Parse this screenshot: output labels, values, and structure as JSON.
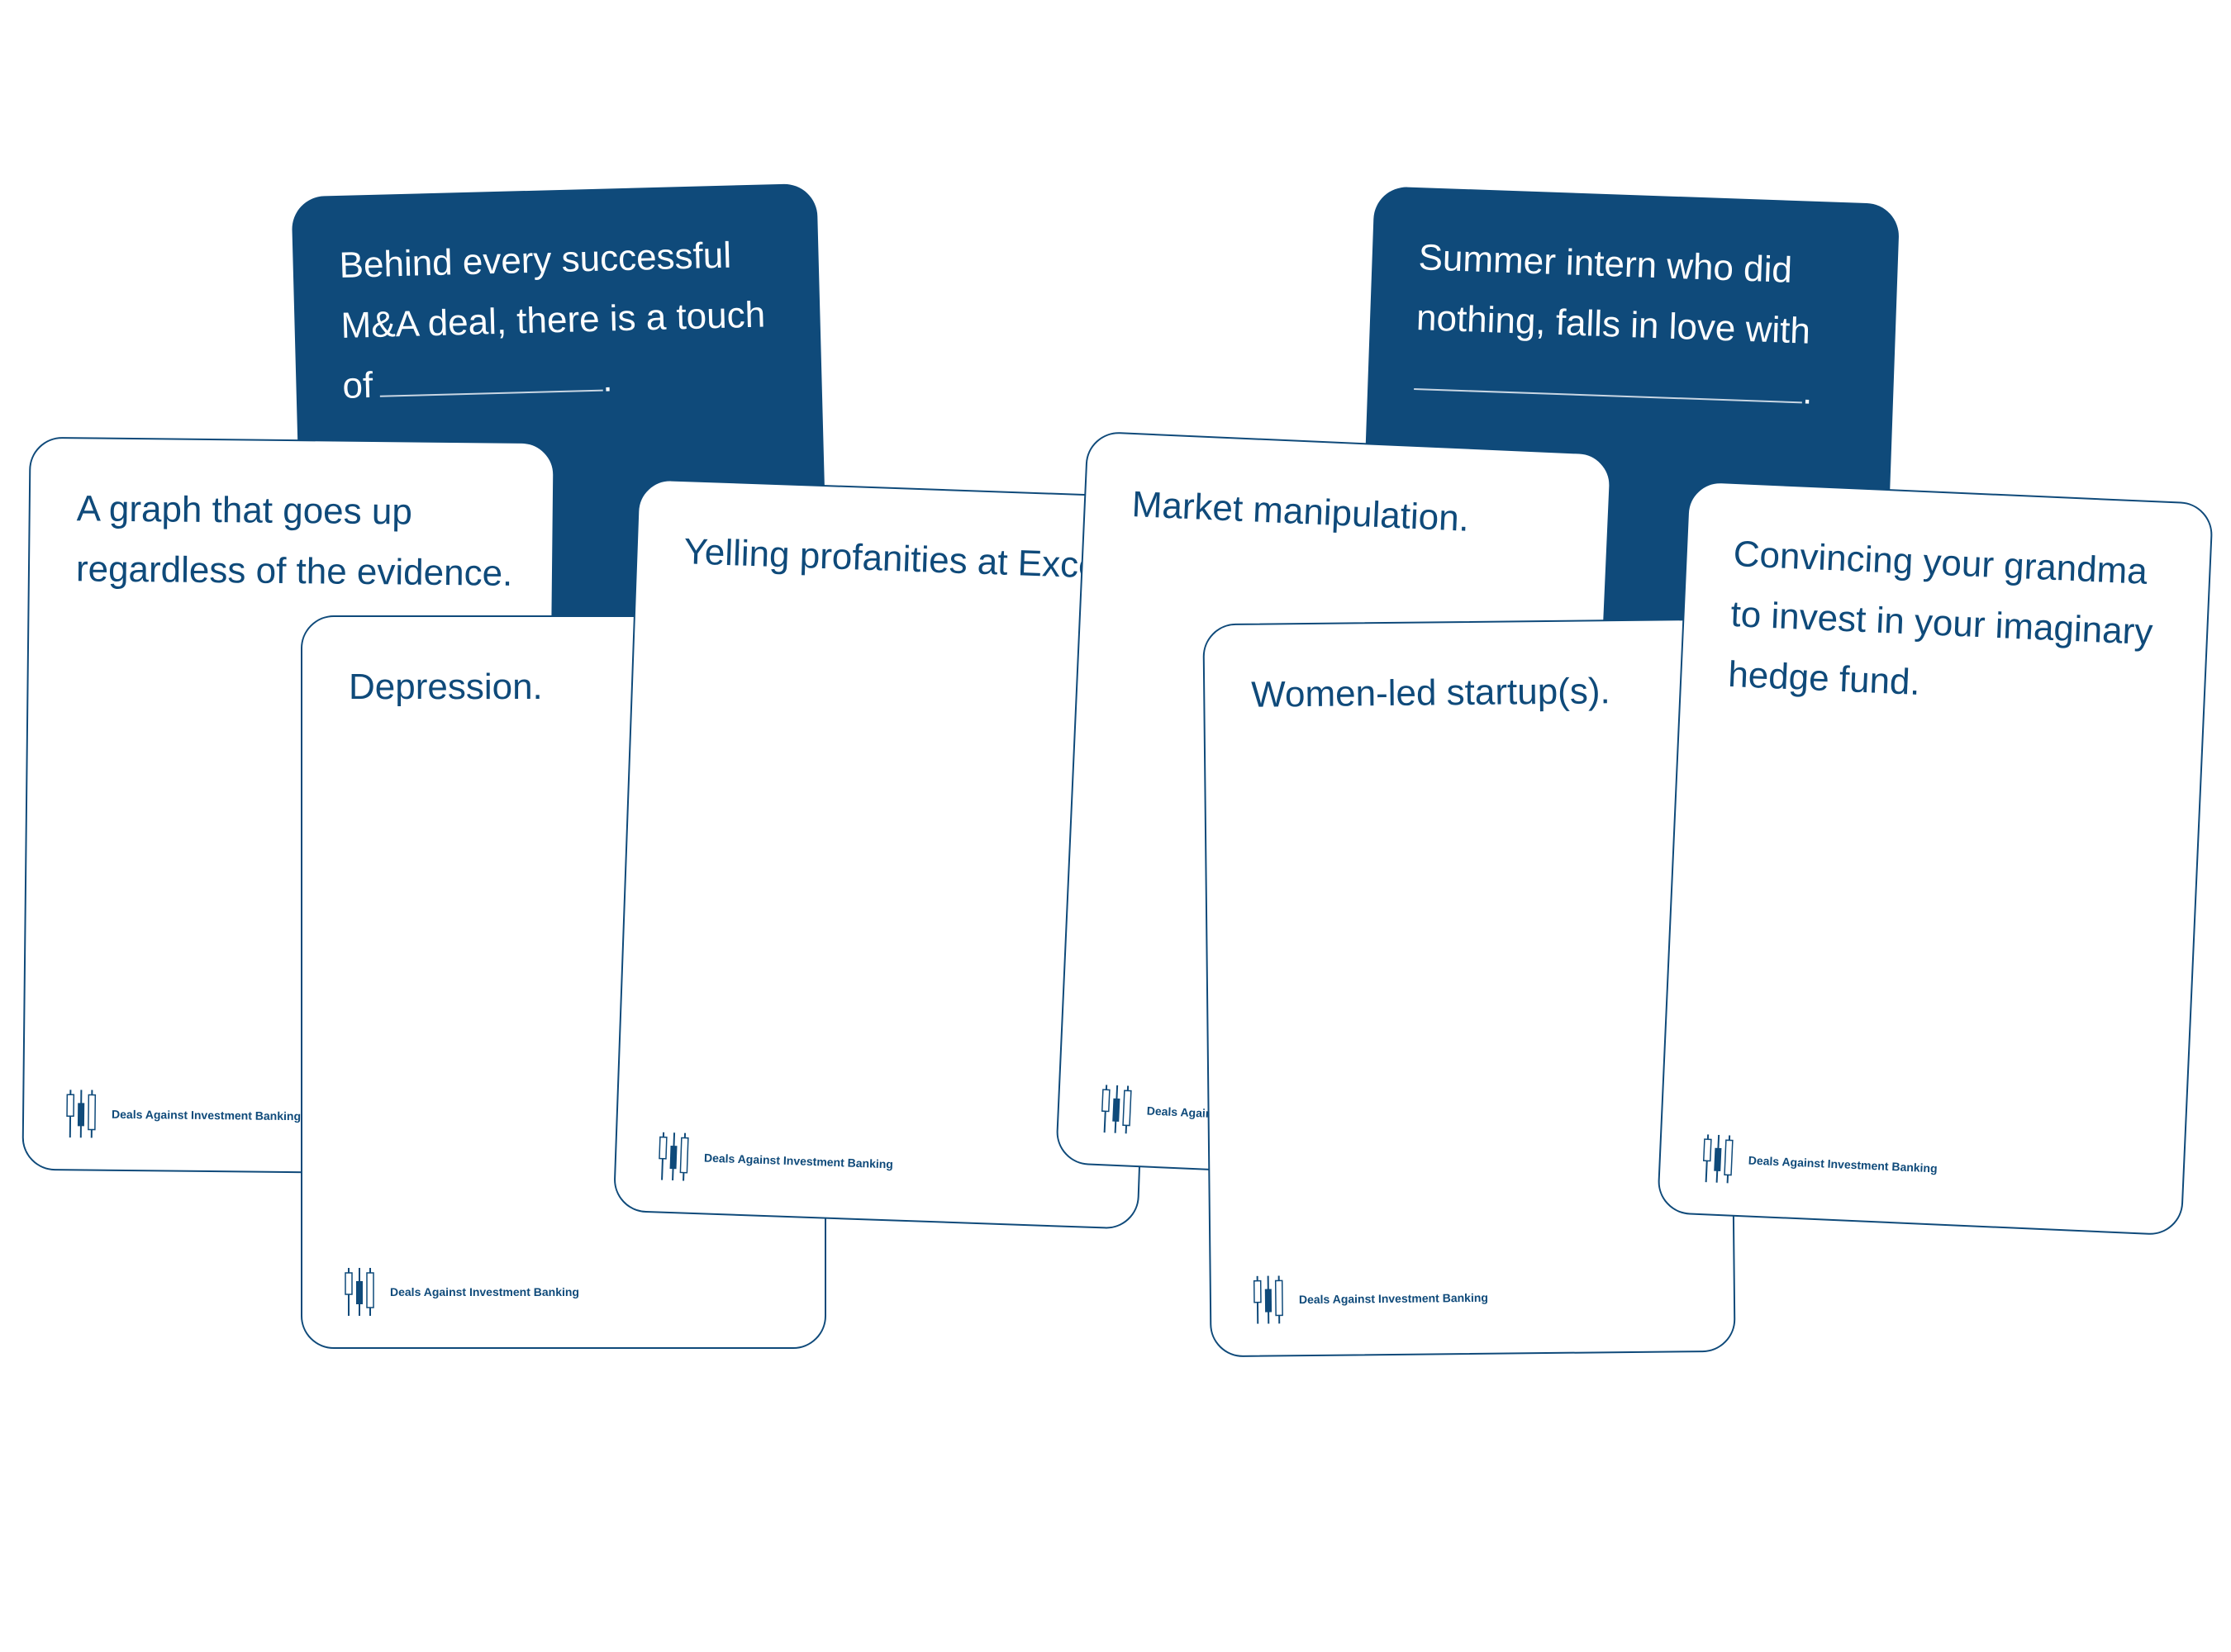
{
  "brand": {
    "name": "Deals Against Investment Banking",
    "color": "#0f4a7a"
  },
  "black_cards": [
    {
      "text": "Behind every successful M&A deal, there is a touch of",
      "end": "."
    },
    {
      "text": "Summer intern who did nothing, falls in love with",
      "end": "."
    }
  ],
  "white_cards": [
    {
      "text": "A graph that goes up regardless of the evidence."
    },
    {
      "text": "Depression."
    },
    {
      "text": "Yelling profanities at Excel."
    },
    {
      "text": "Market manipulation."
    },
    {
      "text": "Women-led startup(s)."
    },
    {
      "text": "Convincing your grandma to invest in your imaginary hedge fund."
    }
  ]
}
